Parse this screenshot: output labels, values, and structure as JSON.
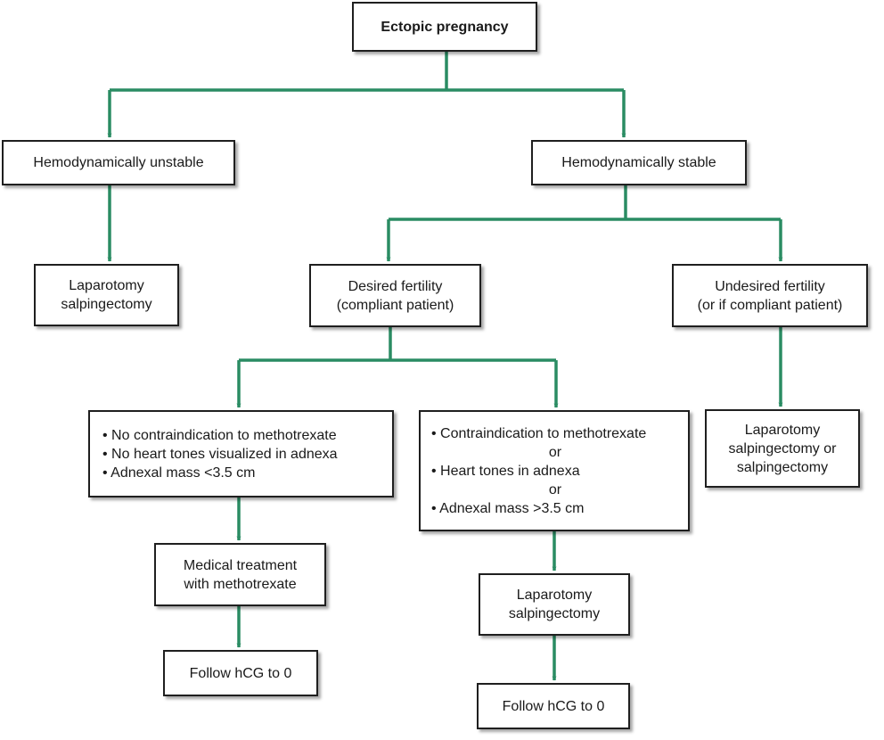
{
  "colors": {
    "connector": "#2a8c63",
    "box_border": "#1f1f1f",
    "background": "#ffffff"
  },
  "nodes": {
    "root": {
      "lines": [
        "Ectopic pregnancy"
      ]
    },
    "unstable": {
      "lines": [
        "Hemodynamically unstable"
      ]
    },
    "stable": {
      "lines": [
        "Hemodynamically stable"
      ]
    },
    "unstable_treatment": {
      "lines": [
        "Laparotomy",
        "salpingectomy"
      ]
    },
    "desired_fertility": {
      "lines": [
        "Desired fertility",
        "(compliant patient)"
      ]
    },
    "undesired_fertility": {
      "lines": [
        "Undesired fertility",
        "(or if compliant patient)"
      ]
    },
    "no_contraindication": {
      "lines": [
        "• No contraindication to methotrexate",
        "• No heart tones visualized in adnexa",
        "• Adnexal mass <3.5 cm"
      ]
    },
    "contraindication": {
      "lines": [
        "• Contraindication to methotrexate",
        "or",
        "• Heart tones in adnexa",
        "or",
        "• Adnexal mass >3.5 cm"
      ]
    },
    "undesired_treatment": {
      "lines": [
        "Laparotomy",
        "salpingectomy or",
        "salpingectomy"
      ]
    },
    "medical_treatment": {
      "lines": [
        "Medical treatment",
        "with methotrexate"
      ]
    },
    "surgical_treatment": {
      "lines": [
        "Laparotomy",
        "salpingectomy"
      ]
    },
    "follow_medical": {
      "lines": [
        "Follow hCG to 0"
      ]
    },
    "follow_surgical": {
      "lines": [
        "Follow hCG to 0"
      ]
    }
  }
}
